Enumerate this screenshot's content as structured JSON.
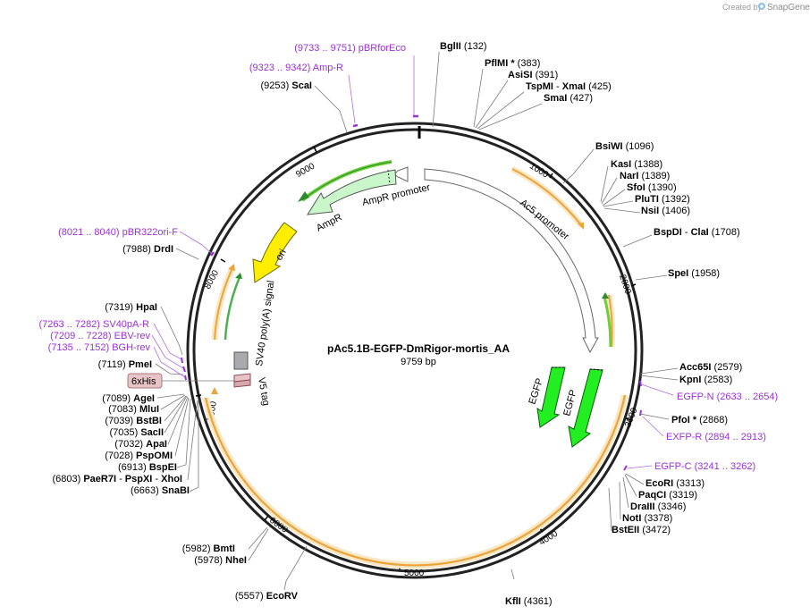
{
  "header": {
    "credit_prefix": "Created by",
    "credit_brand": "SnapGene"
  },
  "plasmid": {
    "name": "pAc5.1B-EGFP-DmRigor-mortis_AA",
    "size_label": "9759 bp"
  },
  "ruler_ticks": [
    "1000",
    "2000",
    "3000",
    "4000",
    "5000",
    "6000",
    "7000",
    "8000",
    "9000"
  ],
  "features": {
    "egfp_1": "EGFP",
    "egfp_2": "EGFP",
    "ac5": "Ac5 promoter",
    "ampr_promoter": "AmpR promoter",
    "ampr": "AmpR",
    "ori": "ori",
    "sv40": "SV40 poly(A) signal",
    "v5": "V5 tag",
    "his": "6xHis"
  },
  "sites": [
    {
      "name": "BglII",
      "pos": "(132)"
    },
    {
      "name": "PflMI *",
      "pos": "(383)"
    },
    {
      "name": "AsiSI",
      "pos": "(391)"
    },
    {
      "name": "TspMI",
      "sep": "- ",
      "name2": "XmaI",
      "pos": "(425)"
    },
    {
      "name": "SmaI",
      "pos": "(427)"
    },
    {
      "name": "BsiWI",
      "pos": "(1096)"
    },
    {
      "name": "KasI",
      "pos": "(1388)"
    },
    {
      "name": "NarI",
      "pos": "(1389)"
    },
    {
      "name": "SfoI",
      "pos": "(1390)"
    },
    {
      "name": "PluTI",
      "pos": "(1392)"
    },
    {
      "name": "NsiI",
      "pos": "(1406)"
    },
    {
      "name": "BspDI",
      "sep": "- ",
      "name2": "ClaI",
      "pos": "(1708)"
    },
    {
      "name": "SpeI",
      "pos": "(1958)"
    },
    {
      "name": "Acc65I",
      "pos": "(2579)"
    },
    {
      "name": "KpnI",
      "pos": "(2583)"
    },
    {
      "name": "PfoI *",
      "pos": "(2868)"
    },
    {
      "name": "EcoRI",
      "pos": "(3313)"
    },
    {
      "name": "PaqCI",
      "pos": "(3319)"
    },
    {
      "name": "DraIII",
      "pos": "(3346)"
    },
    {
      "name": "NotI",
      "pos": "(3378)"
    },
    {
      "name": "BstEII",
      "pos": "(3472)"
    },
    {
      "name": "KflI",
      "pos": "(4361)"
    },
    {
      "name": "EcoRV",
      "pos": "(5557)"
    },
    {
      "name": "NheI",
      "pos": "(5978)"
    },
    {
      "name": "BmtI",
      "pos": "(5982)"
    },
    {
      "name": "SnaBI",
      "pos": "(6663)"
    },
    {
      "name": "PaeR7I",
      "sep": "- ",
      "name2": "PspXI",
      "sep2": "- ",
      "name3": "XhoI",
      "pos": "(6803)"
    },
    {
      "name": "BspEI",
      "pos": "(6913)"
    },
    {
      "name": "PspOMI",
      "pos": "(7028)"
    },
    {
      "name": "ApaI",
      "pos": "(7032)"
    },
    {
      "name": "SacII",
      "pos": "(7035)"
    },
    {
      "name": "BstBI",
      "pos": "(7039)"
    },
    {
      "name": "MluI",
      "pos": "(7083)"
    },
    {
      "name": "AgeI",
      "pos": "(7089)"
    },
    {
      "name": "PmeI",
      "pos": "(7119)"
    },
    {
      "name": "HpaI",
      "pos": "(7319)"
    },
    {
      "name": "DrdI",
      "pos": "(7988)"
    },
    {
      "name": "ScaI",
      "pos": "(9253)"
    }
  ],
  "primers": [
    {
      "range": "(9733 .. 9751)",
      "name": "pBRforEco"
    },
    {
      "range": "(9323 .. 9342)",
      "name": "Amp-R"
    },
    {
      "range": "(8021 .. 8040)",
      "name": "pBR322ori-F"
    },
    {
      "range": "(7263 .. 7282)",
      "name": "SV40pA-R"
    },
    {
      "range": "(7209 .. 7228)",
      "name": "EBV-rev"
    },
    {
      "range": "(7135 .. 7152)",
      "name": "BGH-rev"
    },
    {
      "name": "EGFP-N",
      "range": "(2633 .. 2654)"
    },
    {
      "name": "EXFP-R",
      "range": "(2894 .. 2913)"
    },
    {
      "name": "EGFP-C",
      "range": "(3241 .. 3262)"
    }
  ],
  "colors": {
    "egfp": "#22ee22",
    "ori": "#ffee00",
    "ampr": "#c9f7c9",
    "promoter": "#ffffff",
    "orf": "#e9a43c",
    "orf_halo": "#fbe7c4",
    "primer": "#9b30d9",
    "his_fill": "#e8c4c8"
  }
}
